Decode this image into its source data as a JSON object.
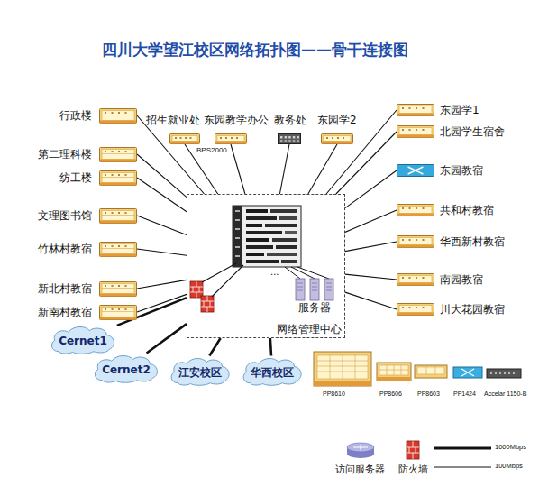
{
  "diagram": {
    "title": "四川大学望江校区网络拓扑图——骨干连接图",
    "nodes": [
      {
        "text": [
          "招生就业处"
        ]
      },
      {
        "text": [
          "东园教学办公"
        ]
      },
      {
        "text": [
          "教务处"
        ]
      },
      {
        "text": [
          "东园学2"
        ]
      },
      {
        "text": [
          "行政楼"
        ]
      },
      {
        "text": [
          "第二理科楼"
        ]
      },
      {
        "text": [
          "纺工楼"
        ]
      },
      {
        "text": [
          "文理图书馆"
        ]
      },
      {
        "text": [
          "竹林村教宿"
        ]
      },
      {
        "text": [
          "新北村教宿"
        ]
      },
      {
        "text": [
          "新南村教宿"
        ]
      },
      {
        "text": [
          "东园学1"
        ]
      },
      {
        "text": [
          "北园学生宿舍"
        ]
      },
      {
        "text": [
          "东园教宿"
        ]
      },
      {
        "text": [
          "共和村教宿"
        ]
      },
      {
        "text": [
          "华西新村教宿"
        ]
      },
      {
        "text": [
          "南园教宿"
        ]
      },
      {
        "text": [
          "川大花园教宿"
        ]
      },
      {
        "text": [
          "网络管理中心"
        ]
      },
      {
        "text": [
          "服务器"
        ],
        "in": 18
      },
      {
        "text": [
          "Cernet1"
        ]
      },
      {
        "text": [
          "Cernet2"
        ]
      },
      {
        "text": [
          "江安校区"
        ]
      },
      {
        "text": [
          "华西校区"
        ]
      }
    ],
    "edges": [
      {
        "from": 18,
        "to": 0,
        "arrow": "none"
      },
      {
        "from": 18,
        "to": 1,
        "arrow": "none"
      },
      {
        "from": 18,
        "to": 2,
        "arrow": "none"
      },
      {
        "from": 18,
        "to": 3,
        "arrow": "none"
      },
      {
        "from": 18,
        "to": 4,
        "arrow": "none"
      },
      {
        "from": 18,
        "to": 5,
        "arrow": "none"
      },
      {
        "from": 18,
        "to": 6,
        "arrow": "none"
      },
      {
        "from": 18,
        "to": 7,
        "arrow": "none"
      },
      {
        "from": 18,
        "to": 8,
        "arrow": "none"
      },
      {
        "from": 18,
        "to": 9,
        "arrow": "none"
      },
      {
        "from": 18,
        "to": 10,
        "arrow": "none"
      },
      {
        "from": 18,
        "to": 11,
        "arrow": "none"
      },
      {
        "from": 18,
        "to": 12,
        "arrow": "none"
      },
      {
        "from": 18,
        "to": 13,
        "arrow": "none"
      },
      {
        "from": 18,
        "to": 14,
        "arrow": "none"
      },
      {
        "from": 18,
        "to": 15,
        "arrow": "none"
      },
      {
        "from": 18,
        "to": 16,
        "arrow": "none"
      },
      {
        "from": 18,
        "to": 17,
        "arrow": "none"
      },
      {
        "from": 18,
        "to": 20,
        "arrow": "none"
      },
      {
        "from": 18,
        "to": 21,
        "arrow": "none"
      },
      {
        "from": 18,
        "to": 22,
        "arrow": "none"
      },
      {
        "from": 18,
        "to": 23,
        "arrow": "none"
      }
    ],
    "labels": [
      "BPS2000",
      "...",
      "PP8610",
      "PP8606",
      "PP8603",
      "PP1424",
      "Accelar 1150-B"
    ],
    "legend": [
      {
        "text": "访问服务器"
      },
      {
        "text": "防火墙"
      },
      {
        "text": "1000Mbps"
      },
      {
        "text": "100Mbps"
      }
    ]
  }
}
